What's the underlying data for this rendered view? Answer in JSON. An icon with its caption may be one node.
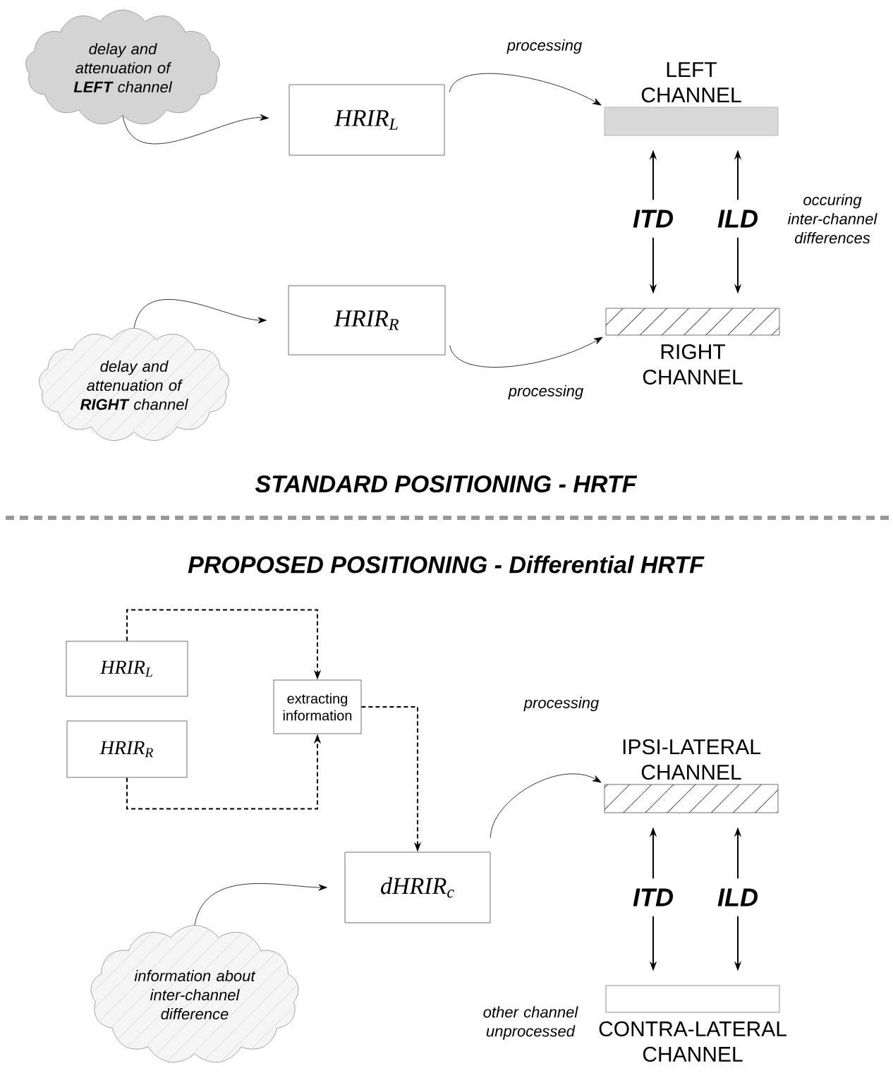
{
  "diagram": {
    "nodes": [
      {
        "text": [
          "delay and attenuation of **LEFT** channel"
        ]
      },
      {
        "text": [
          "HRIR$_{L}$"
        ]
      },
      {
        "text": [
          "LEFT CHANNEL"
        ]
      },
      {
        "text": [
          "HRIR$_{R}$"
        ]
      },
      {
        "text": [
          "delay and attenuation of **RIGHT** channel"
        ]
      },
      {
        "text": [
          "RIGHT CHANNEL"
        ]
      },
      {
        "text": [
          "ITD"
        ]
      },
      {
        "text": [
          "ILD"
        ]
      },
      {
        "text": [
          "HRIR$_{L}$"
        ]
      },
      {
        "text": [
          "HRIR$_{R}$"
        ]
      },
      {
        "text": [
          "extracting information"
        ]
      },
      {
        "text": [
          "dHRIR$_{c}$"
        ]
      },
      {
        "text": [
          "IPSI-LATERAL CHANNEL"
        ]
      },
      {
        "text": [
          "CONTRA-LATERAL CHANNEL"
        ]
      },
      {
        "text": [
          "information about inter-channel difference"
        ]
      },
      {
        "text": [
          "ITD"
        ]
      },
      {
        "text": [
          "ILD"
        ]
      }
    ],
    "edges": [
      {
        "from": 0,
        "to": 1,
        "arrow": "to"
      },
      {
        "from": 1,
        "to": 2,
        "arrow": "to",
        "label": "processing"
      },
      {
        "from": 4,
        "to": 3,
        "arrow": "to"
      },
      {
        "from": 3,
        "to": 5,
        "arrow": "to",
        "label": "processing"
      },
      {
        "from": 6,
        "to": 2,
        "arrow": "to"
      },
      {
        "from": 6,
        "to": 5,
        "arrow": "to"
      },
      {
        "from": 7,
        "to": 2,
        "arrow": "to"
      },
      {
        "from": 7,
        "to": 5,
        "arrow": "to"
      },
      {
        "from": 8,
        "to": 10,
        "arrow": "to",
        "style": "dashed"
      },
      {
        "from": 9,
        "to": 10,
        "arrow": "to",
        "style": "dashed"
      },
      {
        "from": 10,
        "to": 11,
        "arrow": "to",
        "style": "dashed"
      },
      {
        "from": 14,
        "to": 11,
        "arrow": "to"
      },
      {
        "from": 11,
        "to": 12,
        "arrow": "to",
        "label": "processing"
      },
      {
        "from": 15,
        "to": 12,
        "arrow": "to"
      },
      {
        "from": 15,
        "to": 13,
        "arrow": "to"
      },
      {
        "from": 16,
        "to": 12,
        "arrow": "to"
      },
      {
        "from": 16,
        "to": 13,
        "arrow": "to"
      }
    ],
    "labels": [
      "occuring inter-channel differences",
      "STANDARD POSITIONING - HRTF",
      "PROPOSED POSITIONING - Differential HRTF",
      "other channel unprocessed"
    ]
  }
}
